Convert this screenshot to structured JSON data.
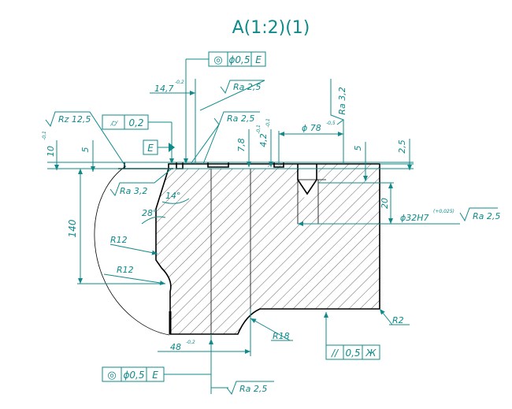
{
  "section_title": "A(1:2)(1)",
  "datum_e": "E",
  "fcf_top": {
    "symbol": "◎",
    "value": "ϕ0,5",
    "datum": "E"
  },
  "fcf_bottom": {
    "symbol": "◎",
    "value": "ϕ0,5",
    "datum": "E"
  },
  "fcf_flatness": {
    "symbol": "⌭",
    "value": "0,2"
  },
  "fcf_parallel": {
    "symbol": "//",
    "value": "0,5",
    "datum": "Ж"
  },
  "roughness": {
    "ra_top": "Ra 2,5",
    "ra_mid": "Ra 2,5",
    "ra_right_top": "Ra 3,2",
    "rz_left": "Rz 12,5",
    "ra_left": "Ra 3,2",
    "ra_bore": "Ra 2,5",
    "ra_bottom": "Ra 2,5"
  },
  "dims": {
    "d_14_7": "14,7",
    "d_14_7_tol": "-0,2",
    "d_10": "10",
    "d_10_tol": "-0,1",
    "d_5_left": "5",
    "d_140": "140",
    "d_7_8": "7,8",
    "d_7_8_tol": "-0,1",
    "d_4_2": "4,2",
    "d_4_2_tol": "-0,1",
    "d_78": "ϕ 78",
    "d_78_tol": "-0,5",
    "d_5_right": "5",
    "d_2_5": "2,5",
    "d_20": "20",
    "d_32": "ϕ32H7",
    "d_32_tol": "(+0,025)",
    "d_48": "48",
    "d_48_tol": "-0,2",
    "angle_14": "14°",
    "angle_28": "28°",
    "r12_a": "R12",
    "r12_b": "R12",
    "r18": "R18",
    "r2": "R2"
  }
}
